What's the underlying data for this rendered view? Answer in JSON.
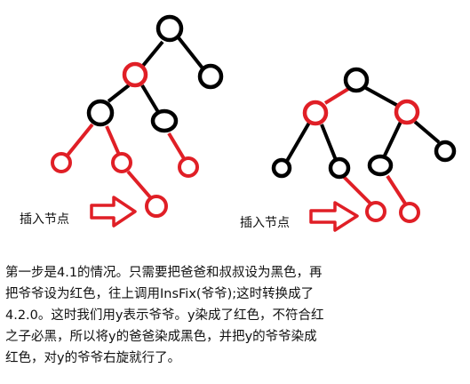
{
  "colors": {
    "black": "#000000",
    "red": "#e01f26",
    "text": "#111111",
    "background": "#ffffff"
  },
  "captions": {
    "insert_left": "插入节点",
    "insert_right": "插入节点"
  },
  "description": {
    "lines": [
      "第一步是4.1的情况。只需要把爸爸和叔叔设为黑色，再",
      "把爷爷设为红色，往上调用InsFix(爷爷);这时转换成了",
      "4.2.0。这时我们用y表示爷爷。y染成了红色，不符合红",
      "之子必黑，所以将y的爸爸染成黑色，并把y的爷爷染成",
      "红色，对y的爷爷右旋就行了。"
    ]
  }
}
